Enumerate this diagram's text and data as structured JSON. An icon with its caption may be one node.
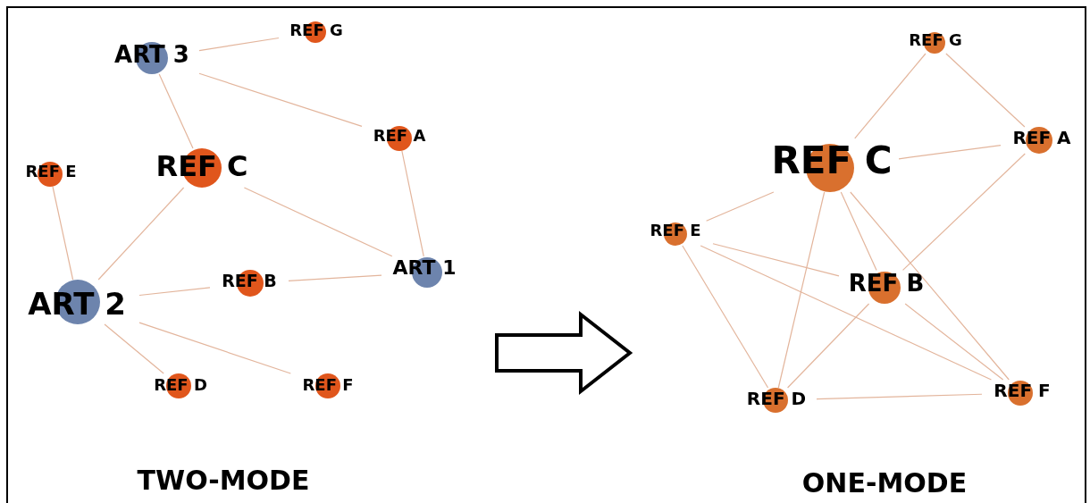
{
  "diagram": {
    "nodes": [
      {
        "text": [
          "REF G"
        ]
      },
      {
        "text": [
          "ART 3"
        ]
      },
      {
        "text": [
          "REF A"
        ]
      },
      {
        "text": [
          "REF E"
        ]
      },
      {
        "text": [
          "REF C"
        ]
      },
      {
        "text": [
          "ART 1"
        ]
      },
      {
        "text": [
          "REF B"
        ]
      },
      {
        "text": [
          "ART 2"
        ]
      },
      {
        "text": [
          "REF D"
        ]
      },
      {
        "text": [
          "REF F"
        ]
      },
      {
        "text": [
          "REF G"
        ]
      },
      {
        "text": [
          "REF A"
        ]
      },
      {
        "text": [
          "REF C"
        ]
      },
      {
        "text": [
          "REF E"
        ]
      },
      {
        "text": [
          "REF B"
        ]
      },
      {
        "text": [
          "REF D"
        ]
      },
      {
        "text": [
          "REF F"
        ]
      }
    ],
    "edges": [
      {
        "from": 1,
        "to": 0,
        "arrow": "none"
      },
      {
        "from": 1,
        "to": 4,
        "arrow": "none"
      },
      {
        "from": 1,
        "to": 2,
        "arrow": "none"
      },
      {
        "from": 2,
        "to": 5,
        "arrow": "none"
      },
      {
        "from": 4,
        "to": 5,
        "arrow": "none"
      },
      {
        "from": 4,
        "to": 7,
        "arrow": "none"
      },
      {
        "from": 3,
        "to": 7,
        "arrow": "none"
      },
      {
        "from": 7,
        "to": 6,
        "arrow": "none"
      },
      {
        "from": 6,
        "to": 5,
        "arrow": "none"
      },
      {
        "from": 7,
        "to": 8,
        "arrow": "none"
      },
      {
        "from": 7,
        "to": 9,
        "arrow": "none"
      },
      {
        "from": 10,
        "to": 12,
        "arrow": "none"
      },
      {
        "from": 10,
        "to": 11,
        "arrow": "none"
      },
      {
        "from": 12,
        "to": 11,
        "arrow": "none"
      },
      {
        "from": 12,
        "to": 13,
        "arrow": "none"
      },
      {
        "from": 12,
        "to": 14,
        "arrow": "none"
      },
      {
        "from": 12,
        "to": 15,
        "arrow": "none"
      },
      {
        "from": 12,
        "to": 16,
        "arrow": "none"
      },
      {
        "from": 11,
        "to": 14,
        "arrow": "none"
      },
      {
        "from": 13,
        "to": 14,
        "arrow": "none"
      },
      {
        "from": 13,
        "to": 15,
        "arrow": "none"
      },
      {
        "from": 13,
        "to": 16,
        "arrow": "none"
      },
      {
        "from": 14,
        "to": 15,
        "arrow": "none"
      },
      {
        "from": 14,
        "to": 16,
        "arrow": "none"
      },
      {
        "from": 15,
        "to": 16,
        "arrow": "none"
      }
    ],
    "labels": [
      "TWO-MODE",
      "ONE-MODE"
    ]
  }
}
